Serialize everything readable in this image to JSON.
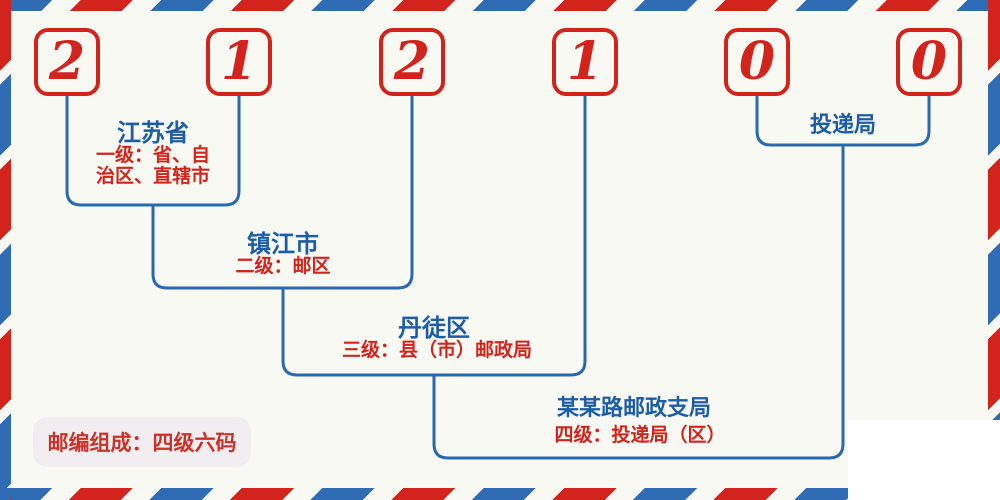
{
  "postal_code": {
    "digits": [
      "2",
      "1",
      "2",
      "1",
      "0",
      "0"
    ]
  },
  "levels": [
    {
      "title": "江苏省",
      "desc_lines": [
        "一级：省、自",
        "治区、直辖市"
      ]
    },
    {
      "title": "镇江市",
      "desc": "二级：邮区"
    },
    {
      "title": "丹徒区",
      "desc": "三级：县（市）邮政局"
    },
    {
      "title": "某某路邮政支局",
      "desc": "四级：投递局（区）"
    }
  ],
  "delivery_office_label": "投递局",
  "badge_text": "邮编组成：四级六码",
  "colors": {
    "red": "#d2241d",
    "connector_blue": "#2a69b2",
    "text_blue": "#1d5ca6",
    "background": "#f8f9f3",
    "badge_background": "#f2edf1",
    "badge_text_red": "#c93229"
  }
}
